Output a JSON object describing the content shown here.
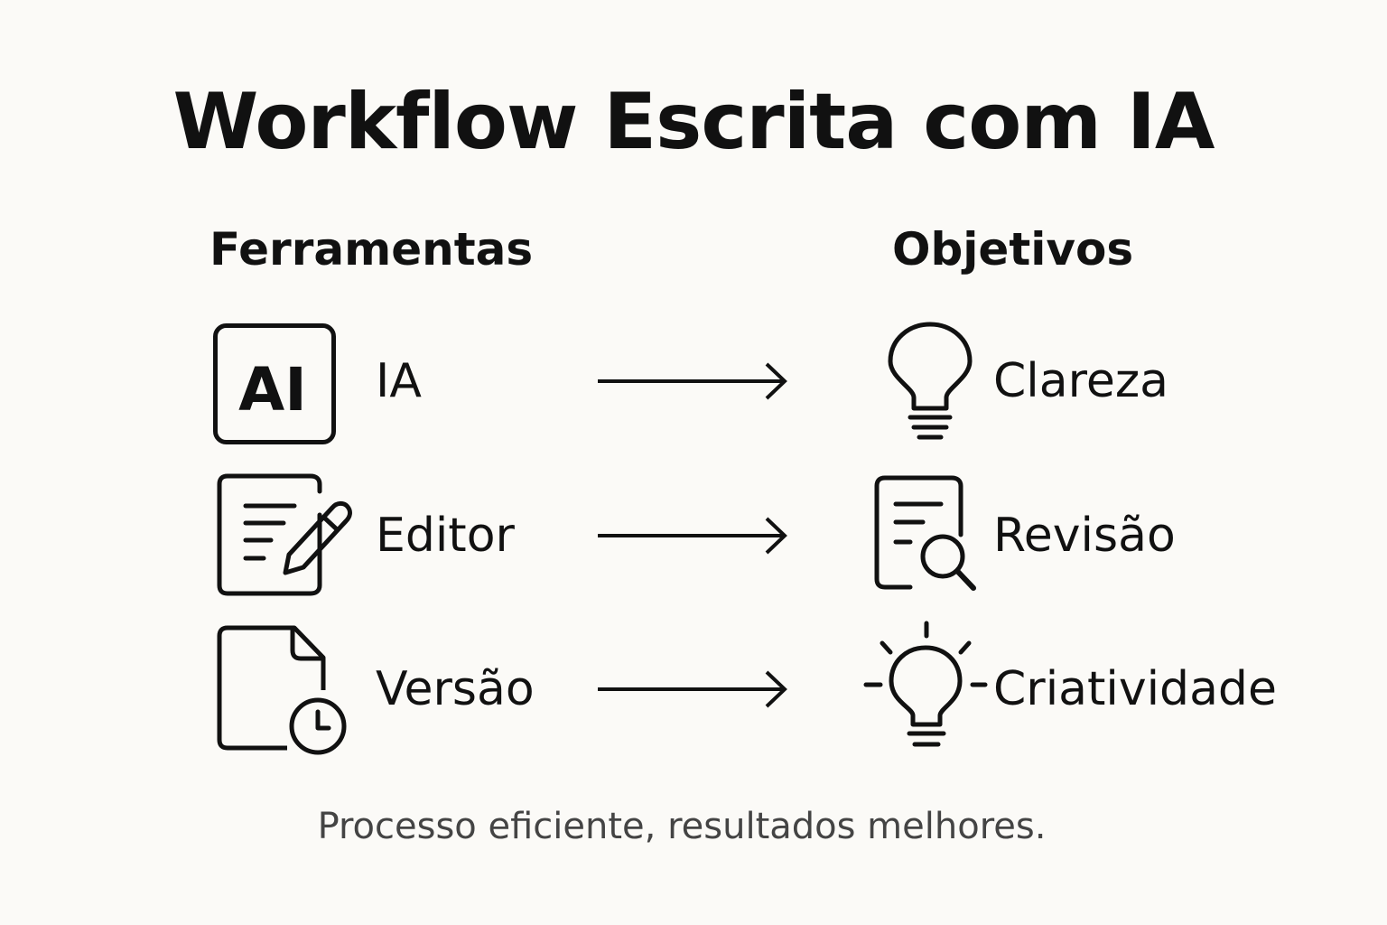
{
  "title": "Workflow Escrita com IA",
  "columns": {
    "tools_heading": "Ferramentas",
    "goals_heading": "Objetivos"
  },
  "rows": [
    {
      "tool": {
        "label": "IA",
        "icon": "ai-icon",
        "icon_text": "AI"
      },
      "goal": {
        "label": "Clareza",
        "icon": "lightbulb-icon"
      }
    },
    {
      "tool": {
        "label": "Editor",
        "icon": "edit-document-icon"
      },
      "goal": {
        "label": "Revisão",
        "icon": "document-search-icon"
      }
    },
    {
      "tool": {
        "label": "Versão",
        "icon": "document-clock-icon"
      },
      "goal": {
        "label": "Criatividade",
        "icon": "shining-lightbulb-icon"
      }
    }
  ],
  "footer": "Processo eficiente, resultados melhores.",
  "colors": {
    "background": "#fbfaf7",
    "ink": "#111111",
    "footer_text": "#444444"
  }
}
